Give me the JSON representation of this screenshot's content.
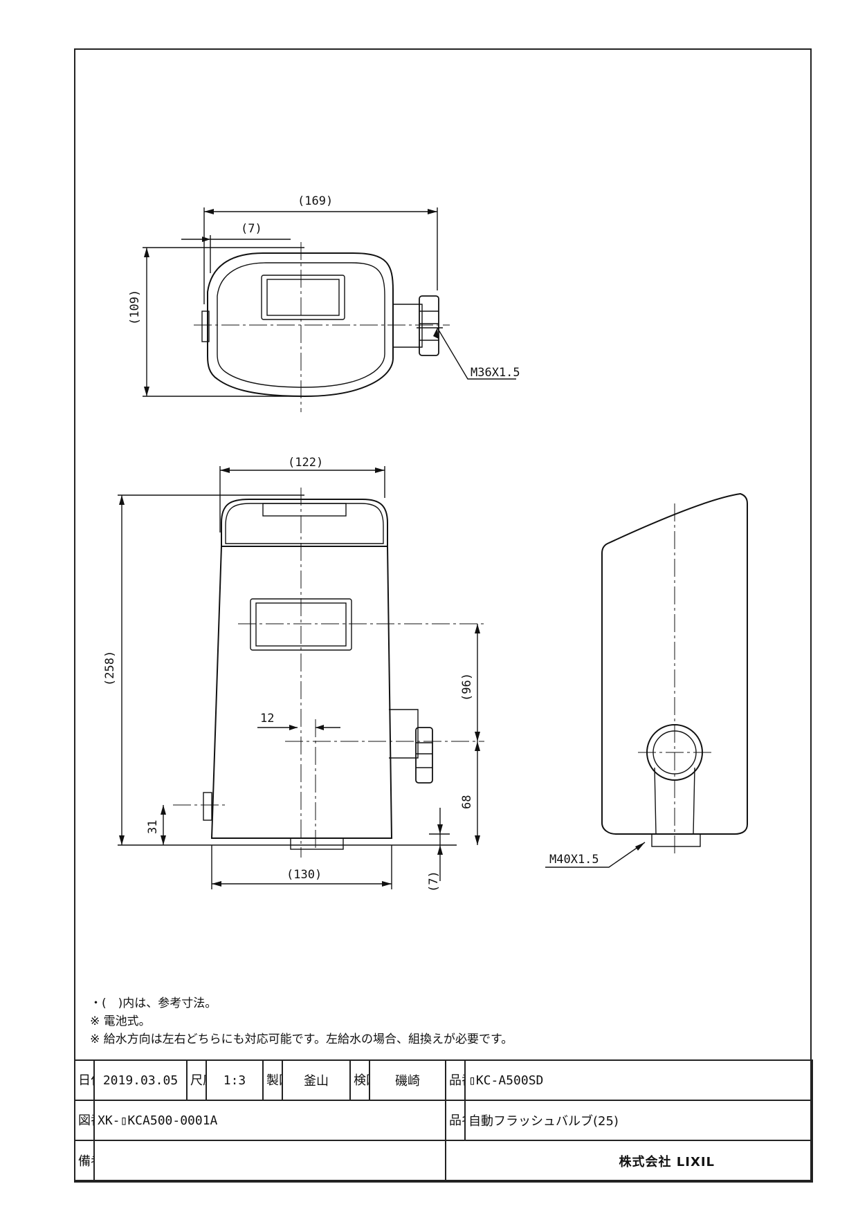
{
  "dimensions": {
    "top_width": "(169)",
    "top_offset": "(7)",
    "top_height": "(109)",
    "top_thread": "M36X1.5",
    "front_width_top": "(122)",
    "front_height": "(258)",
    "front_inlet_height": "(96)",
    "front_outlet_offset": "12",
    "front_inlet_from_bottom": "68",
    "front_side_port_height": "31",
    "front_base_width": "(130)",
    "front_bottom_offset": "(7)",
    "side_thread": "M40X1.5"
  },
  "notes": [
    "・(　)内は、参考寸法。",
    "※ 電池式。",
    "※ 給水方向は左右どちらにも対応可能です。左給水の場合、組換えが必要です。"
  ],
  "title_block": {
    "date_label": "日付",
    "date": "2019.03.05",
    "scale_label": "尺度",
    "scale": "1:3",
    "drawn_label": "製図",
    "drawn_by": "釜山",
    "checked_label": "検図",
    "checked_by": "磯崎",
    "part_no_label": "品番",
    "part_no": "▯KC-A500SD",
    "drawing_no_label": "図番",
    "drawing_no": "XK-▯KCA500-0001A",
    "part_name_label": "品名",
    "part_name": "自動フラッシュバルブ(25)",
    "remarks_label": "備考",
    "company": "株式会社 LIXIL"
  }
}
